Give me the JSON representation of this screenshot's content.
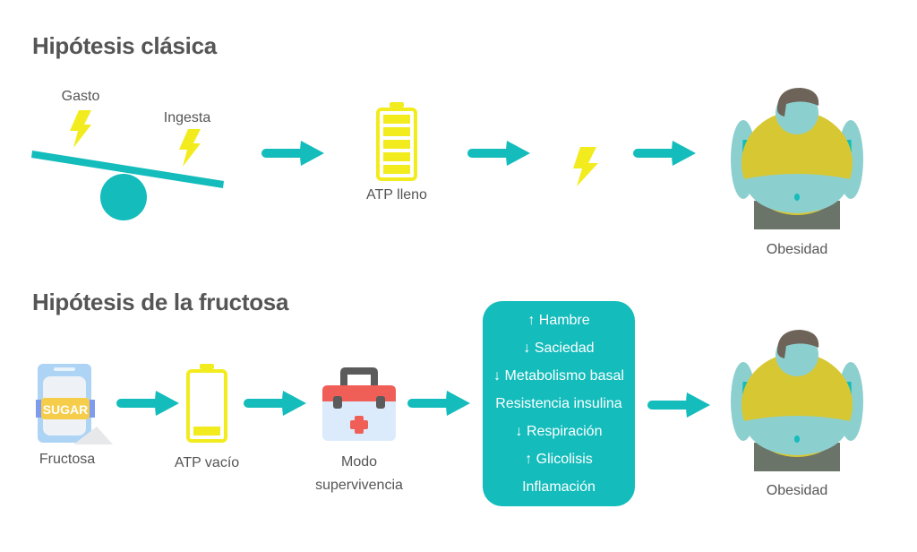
{
  "colors": {
    "teal": "#14bcbc",
    "yellow": "#f2ec1e",
    "text": "#555555"
  },
  "classic": {
    "title": "Hipótesis clásica",
    "balance": {
      "left_label": "Gasto",
      "right_label": "Ingesta"
    },
    "atp_label": "ATP lleno",
    "battery_level": 1.0,
    "result_label": "Obesidad"
  },
  "fructose": {
    "title": "Hipótesis de la fructosa",
    "sugar_pack_text": "SUGAR",
    "source_label": "Fructosa",
    "atp_label": "ATP vacío",
    "battery_level": 0.2,
    "mode_label_line1": "Modo",
    "mode_label_line2": "supervivencia",
    "effects": [
      "↑ Hambre",
      "↓ Saciedad",
      "↓ Metabolismo basal",
      "Resistencia insulina",
      "↓ Respiración",
      "↑ Glicolisis",
      "Inflamación"
    ],
    "result_label": "Obesidad"
  }
}
